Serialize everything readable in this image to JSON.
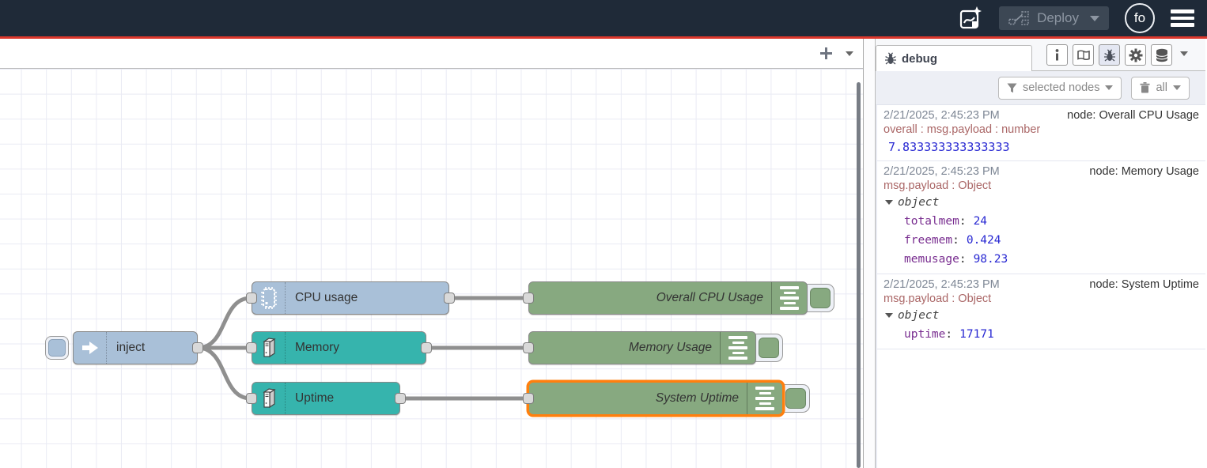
{
  "header": {
    "deploy_label": "Deploy",
    "avatar_initials": "fo"
  },
  "canvas": {
    "nodes": {
      "inject": {
        "label": "inject",
        "color": "#a9c0d8"
      },
      "cpu": {
        "label": "CPU usage",
        "color": "#a9c0d8"
      },
      "memory": {
        "label": "Memory",
        "color": "#36b4ad"
      },
      "uptime": {
        "label": "Uptime",
        "color": "#36b4ad"
      },
      "debug_cpu": {
        "label": "Overall CPU Usage",
        "color": "#87a980"
      },
      "debug_memory": {
        "label": "Memory Usage",
        "color": "#87a980"
      },
      "debug_uptime": {
        "label": "System Uptime",
        "color": "#87a980",
        "selected": true
      }
    }
  },
  "sidebar": {
    "tab_label": "debug",
    "filter_button_label": "selected nodes",
    "clear_button_label": "all",
    "messages": [
      {
        "timestamp": "2/21/2025, 2:45:23 PM",
        "node": "node: Overall CPU Usage",
        "meta": "overall : msg.payload : number",
        "value": "7.833333333333333"
      },
      {
        "timestamp": "2/21/2025, 2:45:23 PM",
        "node": "node: Memory Usage",
        "meta": "msg.payload : Object",
        "object_label": "object",
        "properties": [
          {
            "key": "totalmem",
            "value": "24"
          },
          {
            "key": "freemem",
            "value": "0.424"
          },
          {
            "key": "memusage",
            "value": "98.23"
          }
        ]
      },
      {
        "timestamp": "2/21/2025, 2:45:23 PM",
        "node": "node: System Uptime",
        "meta": "msg.payload : Object",
        "object_label": "object",
        "properties": [
          {
            "key": "uptime",
            "value": "17171"
          }
        ]
      }
    ]
  },
  "icons": {
    "header": [
      "flow-sparkle-icon",
      "deploy-icon",
      "user-avatar",
      "hamburger-menu-icon"
    ],
    "sidebar_tabs": [
      "bug-icon",
      "info-icon",
      "book-icon",
      "bug-icon",
      "gear-icon",
      "database-icon",
      "chevron-down-icon"
    ],
    "filter": [
      "funnel-icon",
      "trash-icon"
    ],
    "canvas_nodes": [
      "inject-arrow-icon",
      "chip-icon",
      "server-icon",
      "debug-lines-icon"
    ]
  },
  "colors": {
    "header_bg": "#1f2a38",
    "deploy_line": "#dc372c",
    "selection": "#ff7f0e",
    "wire": "#8f8f8f",
    "debug_key": "#792e90",
    "debug_number": "#2727d2",
    "debug_meta": "#aa6666"
  }
}
